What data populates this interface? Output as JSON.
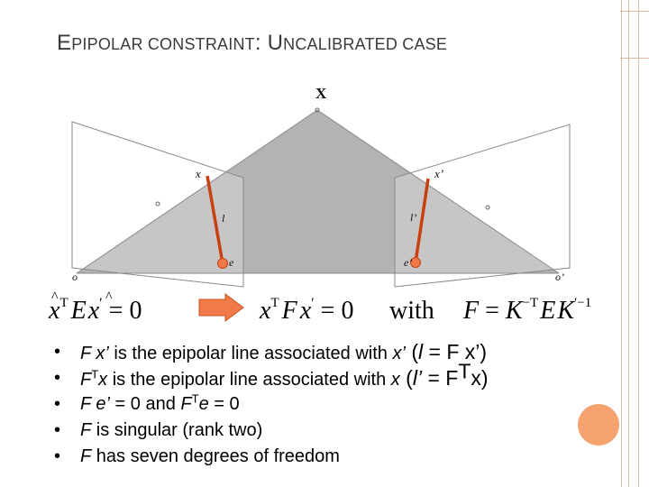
{
  "title": {
    "cap1": "E",
    "small1": "PIPOLAR CONSTRAINT",
    "colon": ": ",
    "cap2": "U",
    "small2": "NCALIBRATED CASE"
  },
  "diagram": {
    "point_X": "X",
    "point_x": "x",
    "point_xp": "x’",
    "line_l": "l",
    "line_lp": "l’",
    "epipole_e": "e",
    "epipole_ep": "e’",
    "center_o": "o",
    "center_op": "o’"
  },
  "equations": {
    "essential": {
      "hat_x": "x",
      "sup_T": "T",
      "E": "E",
      "hat_xp": "x",
      "prime": "′",
      "equals_zero": " = 0"
    },
    "fundamental": {
      "x": "x",
      "sup_T": "T",
      "F": "F",
      "xp": "x",
      "prime": "′",
      "equals_zero": " = 0"
    },
    "with": "with",
    "decomposition": {
      "F": "F",
      "eq": " = ",
      "K1": "K",
      "sup1": "−T",
      "E": "E",
      "K2": "K",
      "sup2": "′−1"
    }
  },
  "bullets": [
    {
      "dot": "•",
      "a": "F x’",
      "b": "  is the epipolar line associated with ",
      "c": "x’",
      "d": " (",
      "e": "l",
      "f": " = F x’)"
    },
    {
      "dot": "•",
      "a": "F",
      "a_sup": "T",
      "a2": "x",
      "b": "  is the epipolar line associated with ",
      "c": "x",
      "d": " (",
      "e": "l’",
      "f": " = F",
      "f_sup": "T",
      "g": "x)"
    },
    {
      "dot": "•",
      "a": "F e’",
      "b": " = 0   and   ",
      "c": "F",
      "c_sup": "T",
      "d": "e",
      "e": " = 0"
    },
    {
      "dot": "•",
      "a": "F",
      "b": " is singular (rank two)"
    },
    {
      "dot": "•",
      "a": "F",
      "b": " has seven degrees of freedom"
    }
  ],
  "colors": {
    "accent": "#f5a26e",
    "epipolar_line": "#c8400f",
    "arrow": "#f07a4a",
    "plane": "#b3b3b3",
    "frame": "#e6b9a6"
  }
}
